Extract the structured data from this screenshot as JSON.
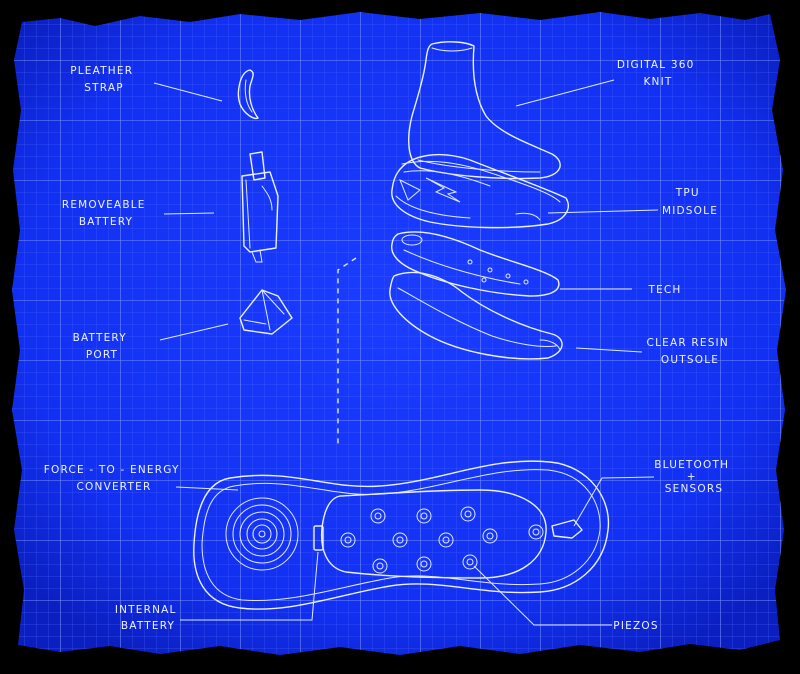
{
  "colors": {
    "paper": "#1234ff",
    "paper_dark": "#0a20c8",
    "grid": "#5f7bff",
    "line": "#eaf1ff",
    "background": "#000000"
  },
  "labels": {
    "pleather_strap": [
      "PLEATHER",
      "STRAP"
    ],
    "removeable_battery": [
      "REMOVEABLE",
      "BATTERY"
    ],
    "battery_port": [
      "BATTERY",
      "PORT"
    ],
    "digital_knit": [
      "DIGITAL 360",
      "KNIT"
    ],
    "tpu_midsole": [
      "TPU",
      "MIDSOLE"
    ],
    "tech": [
      "TECH"
    ],
    "clear_resin_outsole": [
      "CLEAR RESIN",
      "OUTSOLE"
    ],
    "force_converter": [
      "FORCE - TO - ENERGY",
      "CONVERTER"
    ],
    "bluetooth_sensors": [
      "BLUETOOTH",
      "+",
      "SENSORS"
    ],
    "internal_battery": [
      "INTERNAL",
      "BATTERY"
    ],
    "piezos": [
      "PIEZOS"
    ]
  }
}
